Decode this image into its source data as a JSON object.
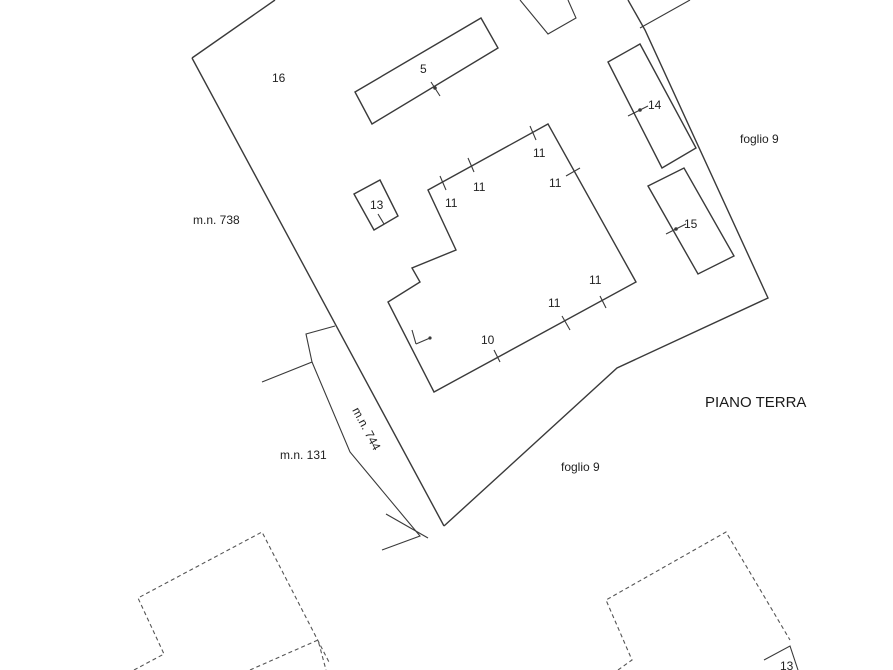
{
  "plan": {
    "floor_label": "PIANO TERRA",
    "parcel_labels": {
      "main_parcel": "16",
      "west_parcel": "m.n. 738",
      "south_west_parcel": "m.n. 131",
      "strip_parcel": "m.n. 744"
    },
    "sheet_labels": {
      "east": "foglio 9",
      "south": "foglio 9"
    },
    "room_numbers": {
      "block_a": "5",
      "block_b": "14",
      "block_c": "15",
      "block_d": "13",
      "dim_top_right": "11",
      "dim_top_mid": "11",
      "dim_top_left": "11",
      "dim_right_upper": "11",
      "dim_right_lower": "11",
      "dim_bottom_right": "11",
      "dim_bottom": "10",
      "bottom_right_corner": "13"
    }
  }
}
